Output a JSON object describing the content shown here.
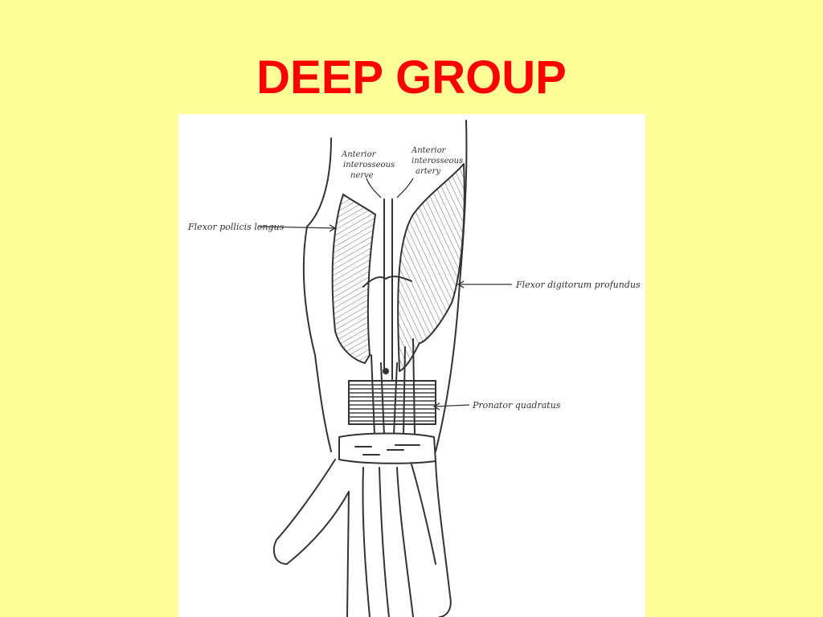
{
  "slide": {
    "title": "DEEP GROUP"
  },
  "diagram": {
    "labels": {
      "anterior_interosseous_nerve": [
        "Anterior",
        "interosseous",
        "nerve"
      ],
      "anterior_interosseous_artery": [
        "Anterior",
        "interosseous",
        "artery"
      ],
      "flexor_pollicis_longus": "Flexor pollicis longus",
      "flexor_digitorum_profundus": "Flexor digitorum profundus",
      "pronator_quadratus": "Pronator quadratus"
    },
    "colors": {
      "background": "#FFFF99",
      "title": "#FF0000",
      "ink": "#333333",
      "paper": "#FFFFFF"
    }
  }
}
